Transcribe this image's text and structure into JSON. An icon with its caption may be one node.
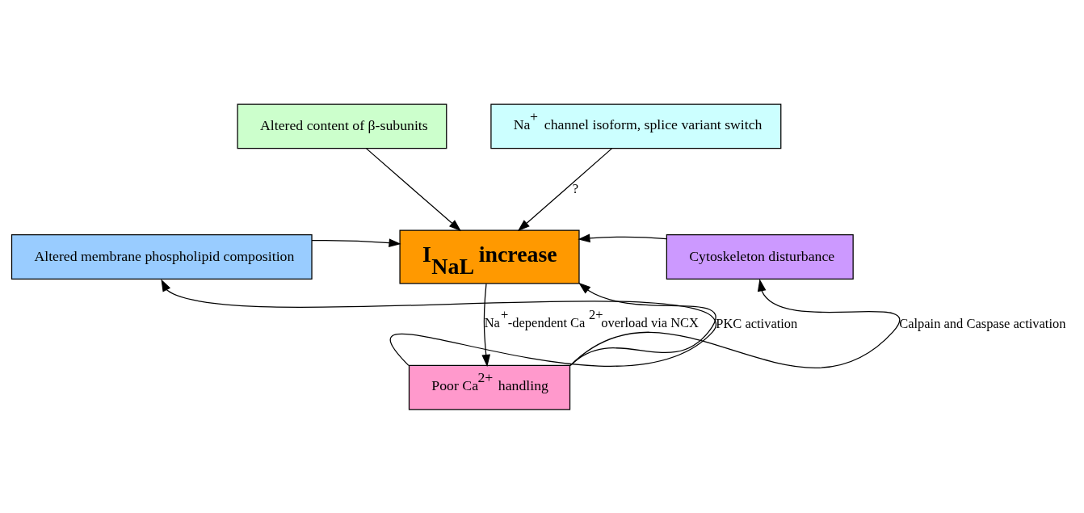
{
  "diagram": {
    "nodes": [
      {
        "text": [
          "Altered content of β-subunits"
        ]
      },
      {
        "text": [
          "Na$^{+}$ channel isoform, splice variant switch"
        ]
      },
      {
        "text": [
          "Altered membrane phospholipid composition"
        ]
      },
      {
        "text": [
          "**I$_{NaL}$ increase**"
        ]
      },
      {
        "text": [
          "Cytoskeleton disturbance"
        ]
      },
      {
        "text": [
          "Poor Ca$^{2+}$ handling"
        ]
      }
    ],
    "edges": [
      {
        "from": 0,
        "to": 3,
        "arrow": "to"
      },
      {
        "from": 1,
        "to": 3,
        "arrow": "to",
        "label": "?"
      },
      {
        "from": 2,
        "to": 3,
        "arrow": "to"
      },
      {
        "from": 4,
        "to": 3,
        "arrow": "to"
      },
      {
        "from": 3,
        "to": 5,
        "arrow": "to",
        "label": "Na$^{+}$-dependent Ca$^{2+}$overload via NCX"
      },
      {
        "from": 5,
        "to": 3,
        "arrow": "to"
      },
      {
        "from": 5,
        "to": 2,
        "arrow": "to",
        "label": "PKC activation"
      },
      {
        "from": 5,
        "to": 4,
        "arrow": "to",
        "label": "Calpain and Caspase activation"
      }
    ]
  }
}
